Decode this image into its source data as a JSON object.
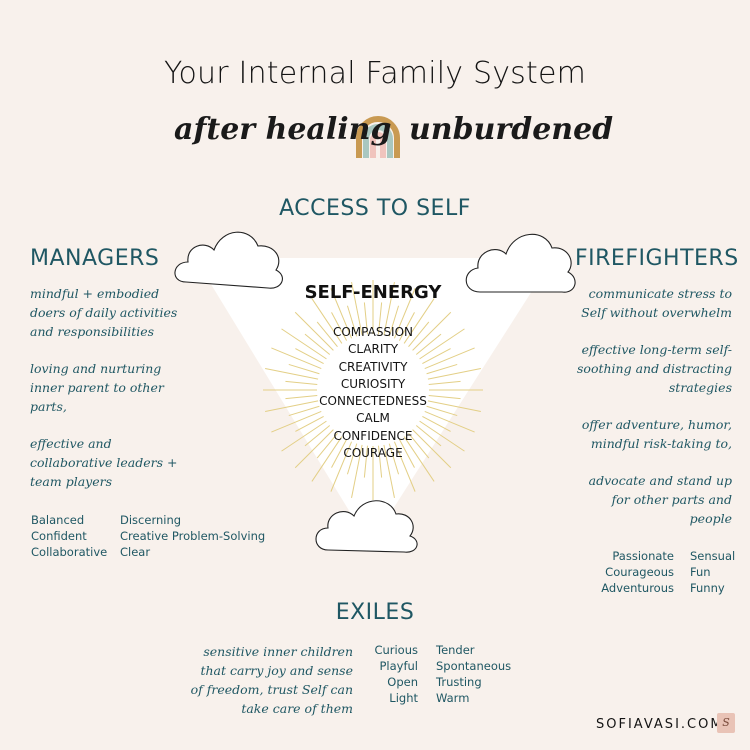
{
  "title": "Your Internal Family System",
  "subtitle_left": "after healing",
  "subtitle_right": "unburdened",
  "top_label": "ACCESS TO SELF",
  "center_title": "SELF-ENERGY",
  "center_qualities": [
    "COMPASSION",
    "CLARITY",
    "CREATIVITY",
    "CURIOSITY",
    "CONNECTEDNESS",
    "CALM",
    "CONFIDENCE",
    "COURAGE"
  ],
  "managers": {
    "heading": "MANAGERS",
    "descriptions": [
      [
        "mindful + embodied",
        "doers of daily activities",
        "and responsibilities"
      ],
      [
        "loving and nurturing",
        "inner parent to other",
        "parts,"
      ],
      [
        "effective and",
        "collaborative leaders +",
        "team players"
      ]
    ],
    "words_col1": [
      "Balanced",
      "Confident",
      "Collaborative"
    ],
    "words_col2": [
      "Discerning",
      "Creative Problem-Solving",
      "Clear"
    ]
  },
  "firefighters": {
    "heading": "FIREFIGHTERS",
    "descriptions": [
      [
        "communicate stress to",
        "Self without overwhelm"
      ],
      [
        "effective long-term self-",
        "soothing and distracting",
        "strategies"
      ],
      [
        "offer adventure, humor,",
        "mindful risk-taking to,"
      ],
      [
        "advocate and stand up",
        "for other parts and",
        "people"
      ]
    ],
    "words_col1": [
      "Passionate",
      "Courageous",
      "Adventurous"
    ],
    "words_col2": [
      "Sensual",
      "Fun",
      "Funny"
    ]
  },
  "exiles": {
    "heading": "EXILES",
    "description": [
      "sensitive inner children",
      "that carry joy and sense",
      "of freedom, trust Self can",
      "take care of them"
    ],
    "words_col1": [
      "Curious",
      "Playful",
      "Open",
      "Light"
    ],
    "words_col2": [
      "Tender",
      "Spontaneous",
      "Trusting",
      "Warm"
    ]
  },
  "footer": "SOFIAVASI.COM",
  "logo_letter": "S",
  "colors": {
    "background": "#f8f1ec",
    "teal": "#1f5763",
    "rays": "#e3cf86",
    "triangle": "#ffffff"
  }
}
